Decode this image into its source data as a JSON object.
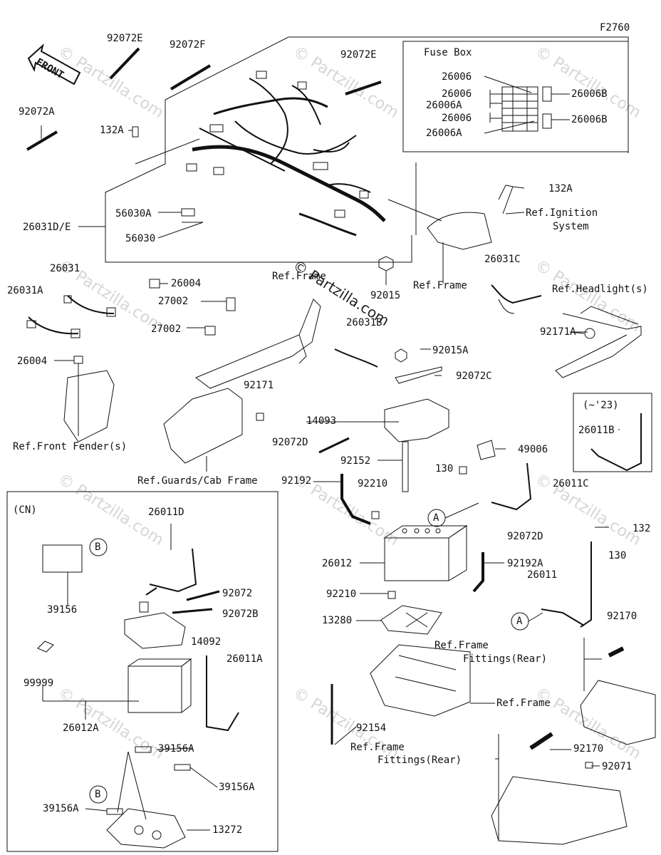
{
  "diagram_code": "F2760",
  "watermark": "© Partzilla.com",
  "front_label": "FRONT",
  "fuse_box": {
    "title": "Fuse Box",
    "labels_left": [
      "26006",
      "26006",
      "26006A",
      "26006",
      "26006A"
    ],
    "labels_right": [
      "26006B",
      "26006B"
    ]
  },
  "variant_box_label": "(~'23)",
  "cn_box_label": "(CN)",
  "callout_a": "A",
  "callout_b": "B",
  "parts": {
    "p92072E_top": "92072E",
    "p92072F": "92072F",
    "p92072E_right": "92072E",
    "p92072A": "92072A",
    "p132A_left": "132A",
    "p56030A": "56030A",
    "p26031DE": "26031D/E",
    "p56030": "56030",
    "p26004_mid": "26004",
    "p132A_right": "132A",
    "ref_ignition_1": "Ref.Ignition",
    "ref_ignition_2": "System",
    "ref_frame_1": "Ref.Frame",
    "ref_frame_top": "Ref.Frame",
    "p92015": "92015",
    "p26031C": "26031C",
    "ref_headlights": "Ref.Headlight(s)",
    "p26031": "26031",
    "p26031A": "26031A",
    "p27002_a": "27002",
    "p27002_b": "27002",
    "p26031B": "26031B",
    "p92171A": "92171A",
    "p26004_left": "26004",
    "p92015A": "92015A",
    "p92072C": "92072C",
    "p92171": "92171",
    "p14093": "14093",
    "p26011B": "26011B",
    "ref_front_fender": "Ref.Front Fender(s)",
    "p92072D_a": "92072D",
    "p49006": "49006",
    "p92152": "92152",
    "p130_a": "130",
    "ref_guards": "Ref.Guards/Cab Frame",
    "p92192": "92192",
    "p26011C": "26011C",
    "p92210_a": "92210",
    "p26011D": "26011D",
    "p92072D_b": "92072D",
    "p132": "132",
    "p26012": "26012",
    "p92192A": "92192A",
    "p130_b": "130",
    "p26011": "26011",
    "p39156": "39156",
    "p92072": "92072",
    "p92072B": "92072B",
    "p92210_b": "92210",
    "p13280": "13280",
    "p14092": "14092",
    "ref_frame_fit_1a": "Ref.Frame",
    "ref_frame_fit_1b": "Fittings(Rear)",
    "p92170_a": "92170",
    "p26011A": "26011A",
    "p99999": "99999",
    "ref_frame_2": "Ref.Frame",
    "p26012A": "26012A",
    "p92154": "92154",
    "ref_frame_fit_2a": "Ref.Frame",
    "ref_frame_fit_2b": "Fittings(Rear)",
    "p39156A_a": "39156A",
    "p92170_b": "92170",
    "p92071": "92071",
    "p39156A_b": "39156A",
    "p39156A_c": "39156A",
    "p13272": "13272"
  }
}
